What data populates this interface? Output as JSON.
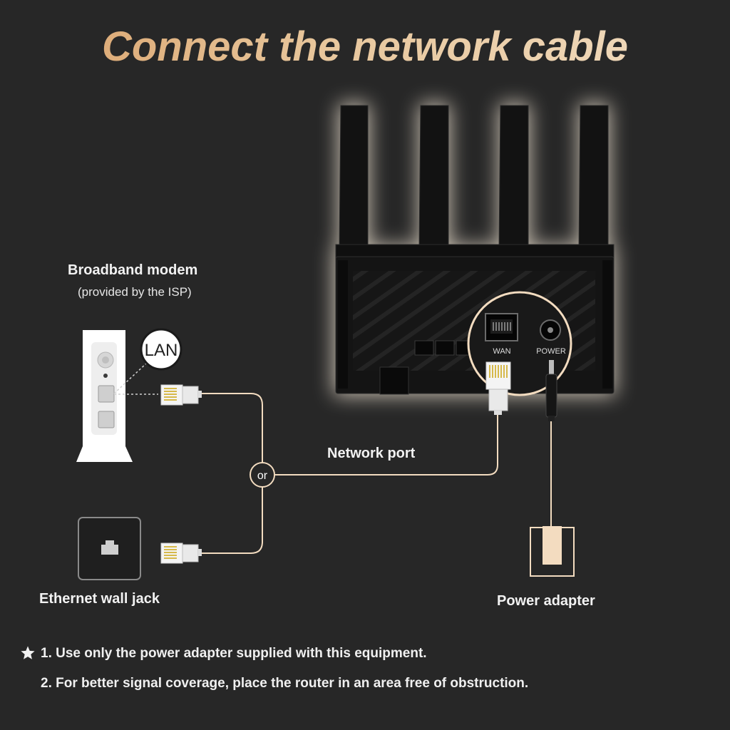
{
  "title": "Connect the network cable",
  "modem": {
    "name": "Broadband modem",
    "note": "(provided by the ISP)",
    "port_callout": "LAN"
  },
  "wall_jack": {
    "name": "Ethernet wall jack"
  },
  "junction": {
    "label": "or"
  },
  "network_port": {
    "label": "Network port"
  },
  "router": {
    "wan_label": "WAN",
    "power_label": "POWER"
  },
  "power_adapter": {
    "name": "Power adapter"
  },
  "notes": [
    "1. Use only the power adapter supplied with this equipment.",
    "2. For better signal coverage, place the router in an area free of obstruction."
  ],
  "icons": {
    "note_marker": "star-icon"
  },
  "colors": {
    "background": "#272727",
    "cable": "#f3dcc0",
    "title_gold": "#e0b080",
    "device_white": "#ffffff",
    "router_black": "#141414"
  }
}
